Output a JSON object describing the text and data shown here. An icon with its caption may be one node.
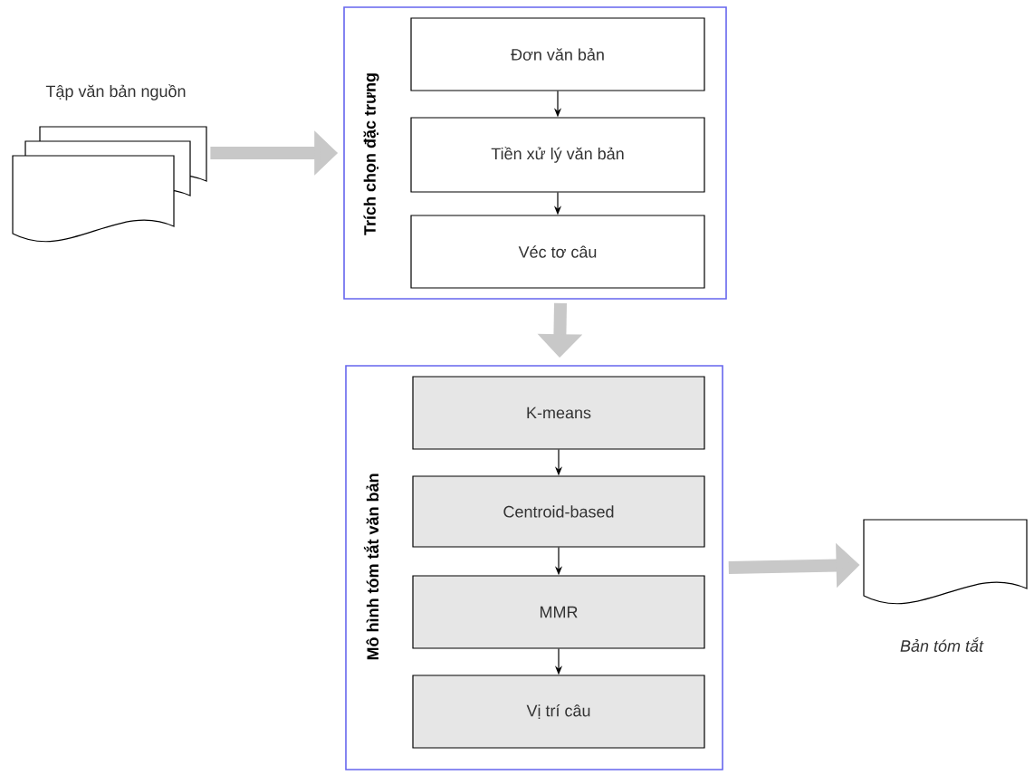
{
  "diagram": {
    "nodes": [
      {
        "text": [
          "Tập văn bản nguồn"
        ]
      },
      {
        "text": [
          "Trích chọn đặc trưng"
        ]
      },
      {
        "text": [
          "Đơn văn bản"
        ],
        "in": 1
      },
      {
        "text": [
          "Tiền xử lý văn bản"
        ],
        "in": 1
      },
      {
        "text": [
          "Véc tơ câu"
        ],
        "in": 1
      },
      {
        "text": [
          "Mô hình tóm tắt văn bản"
        ]
      },
      {
        "text": [
          "K-means"
        ],
        "in": 5
      },
      {
        "text": [
          "Centroid-based"
        ],
        "in": 5
      },
      {
        "text": [
          "MMR"
        ],
        "in": 5
      },
      {
        "text": [
          "Vị trí câu"
        ],
        "in": 5
      },
      {
        "text": [
          "Bản tóm tắt"
        ]
      }
    ],
    "edges": [
      {
        "from": 0,
        "to": 1,
        "arrow": "to",
        "style": "thick",
        "color": "#c8c8c8"
      },
      {
        "from": 2,
        "to": 3,
        "arrow": "to"
      },
      {
        "from": 3,
        "to": 4,
        "arrow": "to"
      },
      {
        "from": 1,
        "to": 5,
        "arrow": "to",
        "style": "thick",
        "color": "#c8c8c8"
      },
      {
        "from": 6,
        "to": 7,
        "arrow": "to"
      },
      {
        "from": 7,
        "to": 8,
        "arrow": "to"
      },
      {
        "from": 8,
        "to": 9,
        "arrow": "to"
      },
      {
        "from": 5,
        "to": 10,
        "arrow": "to",
        "style": "thick",
        "color": "#c8c8c8"
      }
    ]
  }
}
